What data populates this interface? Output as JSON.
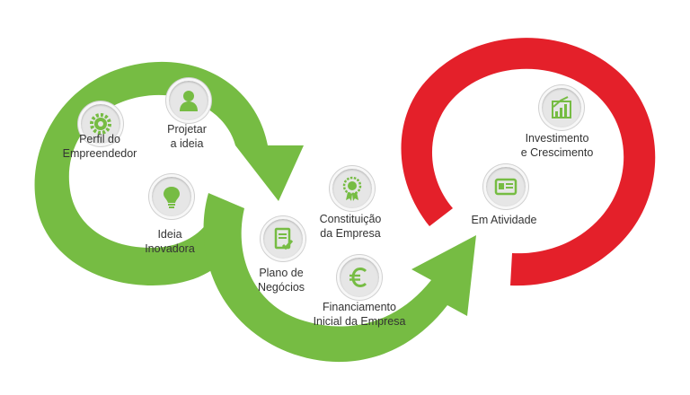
{
  "colors": {
    "green": "#76bc43",
    "red": "#e4202a",
    "icon_green": "#76bc43",
    "badge_bg": "#e6e6e6",
    "text": "#333333"
  },
  "steps": [
    {
      "id": "perfil",
      "icon": "gear-icon",
      "line1": "Perfil do",
      "line2": "Empreendedor"
    },
    {
      "id": "projetar",
      "icon": "person-icon",
      "line1": "Projetar",
      "line2": "a ideia"
    },
    {
      "id": "ideia",
      "icon": "lightbulb-icon",
      "line1": "Ideia",
      "line2": "Inovadora"
    },
    {
      "id": "plano",
      "icon": "document-check-icon",
      "line1": "Plano de",
      "line2": "Negócios"
    },
    {
      "id": "constituicao",
      "icon": "award-ribbon-icon",
      "line1": "Constituição",
      "line2": "da Empresa"
    },
    {
      "id": "financiamento",
      "icon": "euro-icon",
      "line1": "Financiamento",
      "line2": "Inicial da Empresa"
    },
    {
      "id": "investimento",
      "icon": "growth-chart-icon",
      "line1": "Investimento",
      "line2": "e Crescimento"
    },
    {
      "id": "atividade",
      "icon": "id-card-icon",
      "line1": "Em Atividade",
      "line2": ""
    }
  ]
}
